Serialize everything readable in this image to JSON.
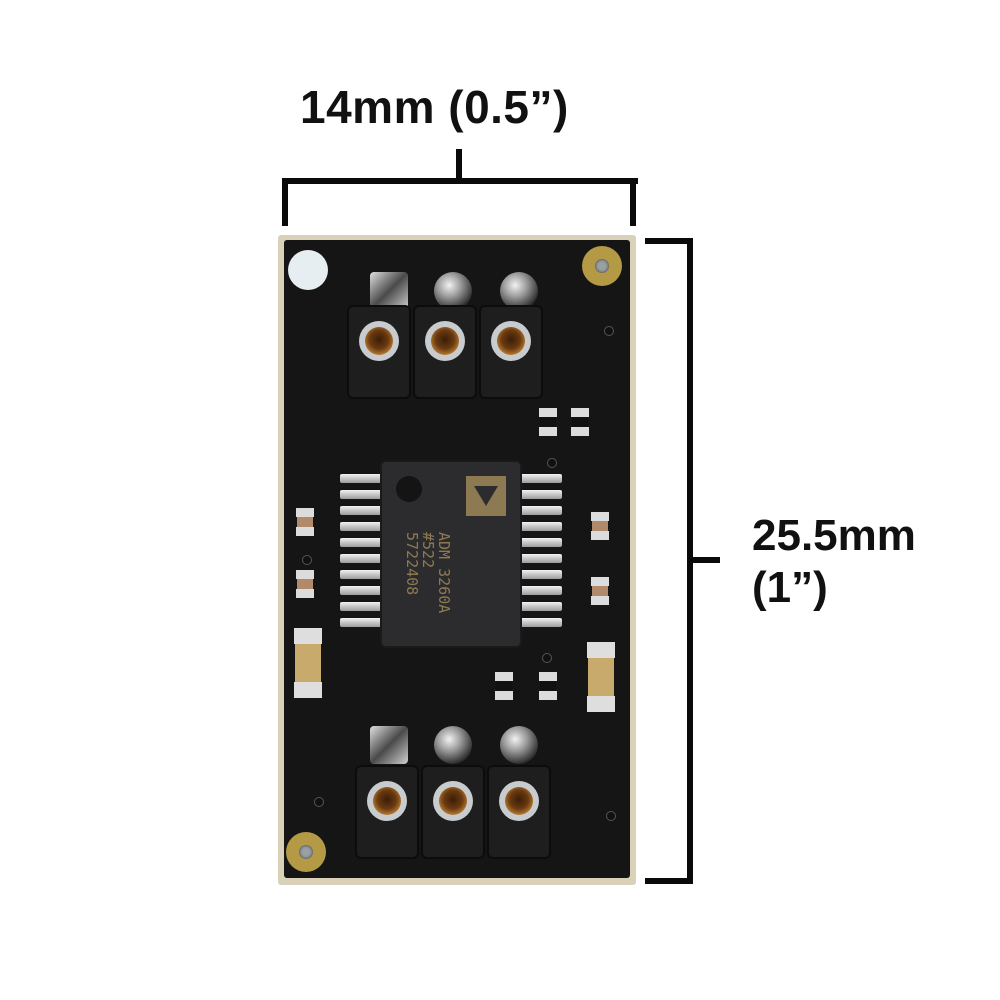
{
  "dimensions": {
    "width": {
      "metric": "14mm",
      "imperial": "(0.5”)",
      "label": "14mm (0.5”)"
    },
    "height": {
      "metric": "25.5mm",
      "imperial": "(1”)"
    }
  },
  "board": {
    "chip_marking": [
      "ADM",
      "3260A",
      "#522",
      "5722408"
    ],
    "colors": {
      "pcb": "#151515",
      "edge": "#d9d2b8",
      "gold": "#b59a45",
      "chip": "#2c2c2e",
      "chip_marking": "#8d7a52"
    },
    "top_header_pins": 3,
    "bottom_header_pins": 3,
    "chip_pins_per_side": 10
  }
}
